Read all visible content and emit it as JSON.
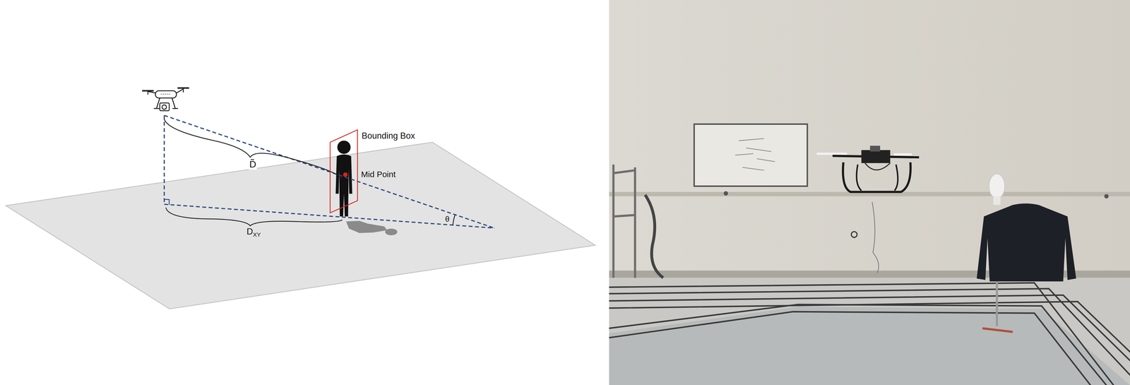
{
  "diagram": {
    "nodes": [
      {
        "text": [
          "Bounding Box"
        ]
      }
    ],
    "labels": [
      "D̃",
      "Mid Point",
      "θ",
      "D",
      "XY"
    ]
  }
}
